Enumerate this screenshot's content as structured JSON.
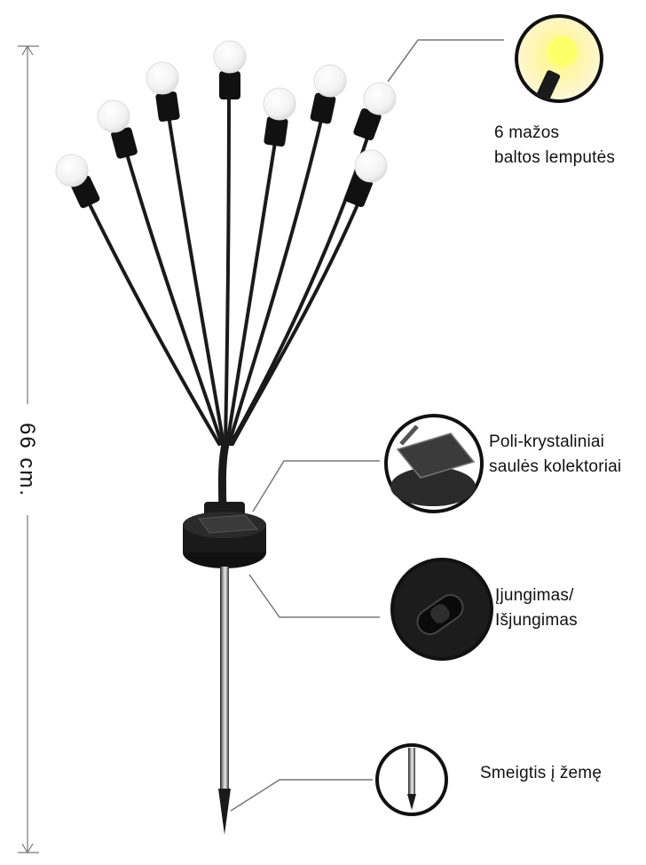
{
  "dimension": {
    "height_label": "66 cm."
  },
  "callouts": [
    {
      "id": "bulbs",
      "line1": "6 mažos",
      "line2": "baltos lemputės",
      "icon": "bulb-icon"
    },
    {
      "id": "panel",
      "line1": "Poli-krystaliniai",
      "line2": "saulės kolektoriai",
      "icon": "solar-panel-icon"
    },
    {
      "id": "switch",
      "line1": "Įjungimas/",
      "line2": "Išjungimas",
      "icon": "switch-icon"
    },
    {
      "id": "stake",
      "line1": "Smeigtis į žemę",
      "line2": "",
      "icon": "stake-icon"
    }
  ],
  "colors": {
    "line": "#777777",
    "stem": "#1a1a1a",
    "bulb_glow": "#fff3a0"
  }
}
